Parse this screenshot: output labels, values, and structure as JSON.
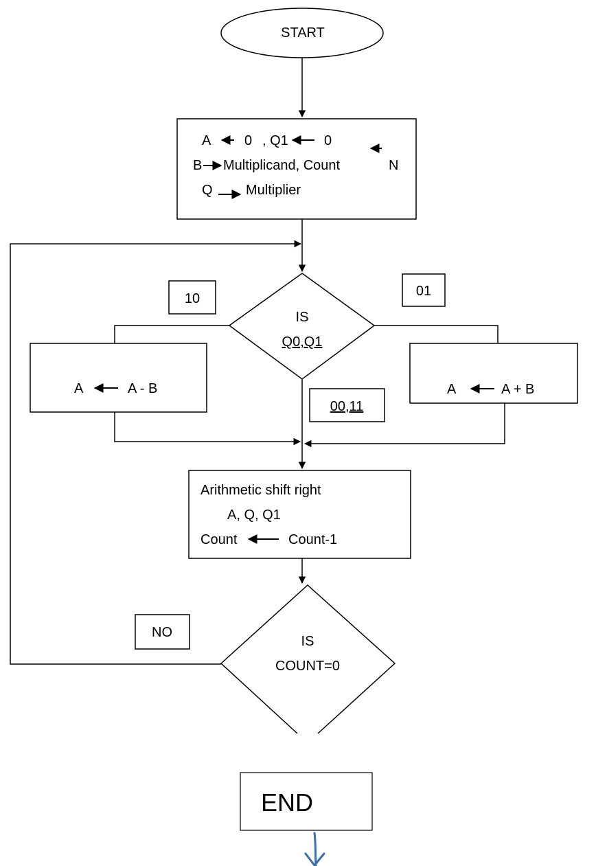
{
  "flowchart": {
    "start": "START",
    "init": {
      "line1": {
        "a": "A",
        "zero1": "0",
        "q1": ", Q1",
        "zero2": "0"
      },
      "line2": {
        "b": "B",
        "multiplicand": "Multiplicand, Count",
        "n": "N"
      },
      "line3": {
        "q": "Q",
        "multiplier": "Multiplier"
      }
    },
    "decision1": {
      "line1": "IS",
      "line2": "Q0,Q1"
    },
    "branch_labels": {
      "left": "10",
      "right": "01",
      "middle": "00,11"
    },
    "subtract_box": {
      "a": "A",
      "expr": "A - B"
    },
    "add_box": {
      "a": "A",
      "expr": "A + B"
    },
    "shift_box": {
      "line1": "Arithmetic shift right",
      "line2": "A, Q, Q1",
      "count": "Count",
      "count_expr": "Count-1"
    },
    "decision2": {
      "line1": "IS",
      "line2": "COUNT=0"
    },
    "no_label": "NO",
    "end": "END"
  },
  "colors": {
    "stroke": "#000000",
    "end_arrow": "#3c6fa8"
  }
}
